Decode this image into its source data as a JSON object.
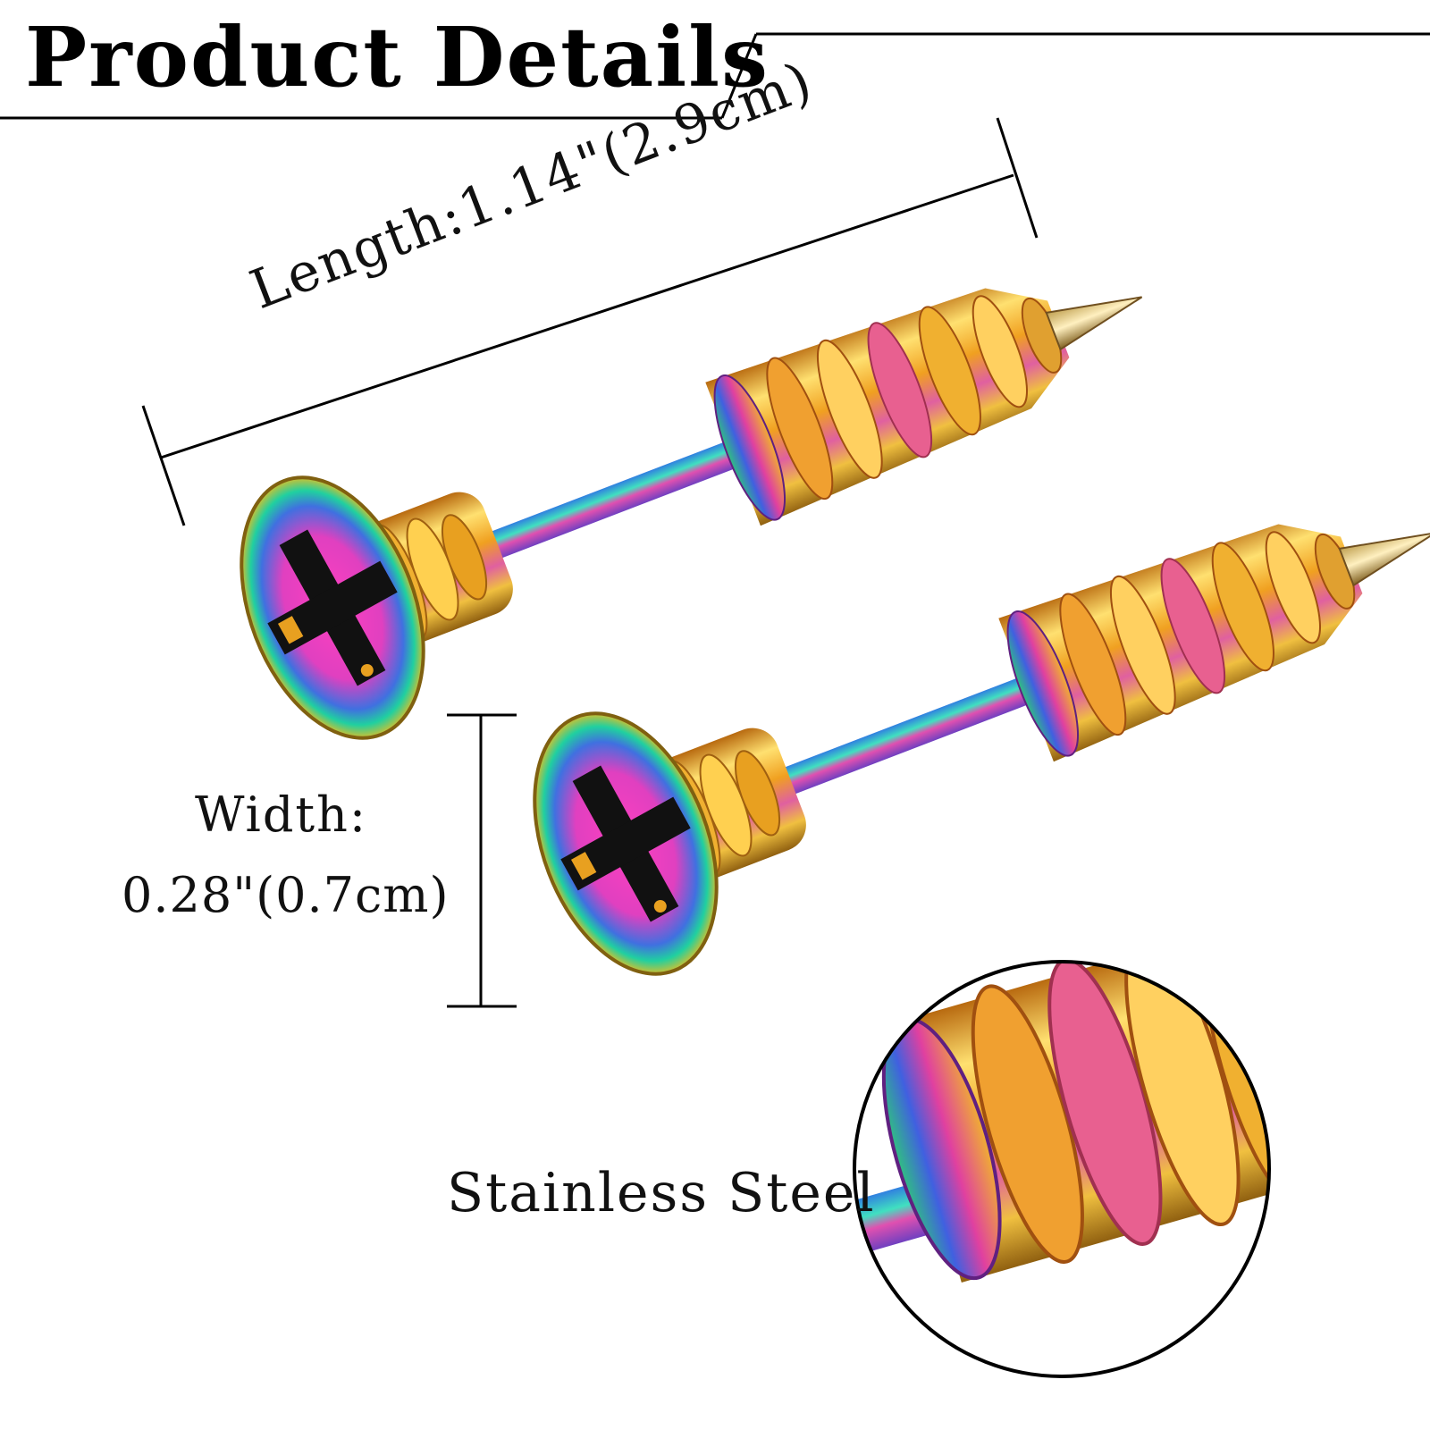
{
  "header": {
    "title": "Product Details"
  },
  "dimensions": {
    "length_label": "Length:1.14\"(2.9cm)",
    "width_label_line1": "Width:",
    "width_label_line2": "0.28\"(0.7cm)"
  },
  "material": {
    "label": "Stainless Steel"
  },
  "colors": {
    "gold": "#e8b020",
    "pink": "#e0409a",
    "green": "#20c080",
    "blue": "#3080e0",
    "line": "#000000"
  }
}
